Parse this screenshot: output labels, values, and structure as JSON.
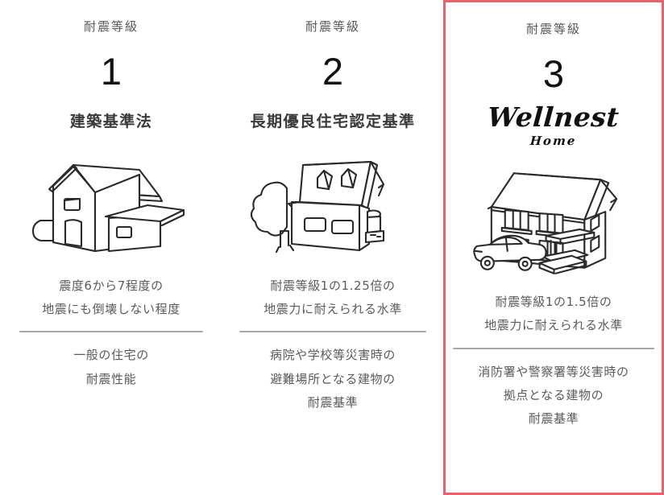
{
  "theme": {
    "highlight_border_color": "#e8616b",
    "text_color": "#5a5a5a",
    "heading_color": "#3a3a3a",
    "number_color": "#111111",
    "divider_color": "#a8a8a8",
    "background": "#ffffff"
  },
  "columns": [
    {
      "grade_label": "耐震等級",
      "grade_number": "1",
      "standard_name": "建築基準法",
      "illustration_name": "house-single-story-illustration",
      "desc_primary": [
        "震度6から7程度の",
        "地震にも倒壊しない程度"
      ],
      "desc_secondary": [
        "一般の住宅の",
        "耐震性能"
      ],
      "highlighted": false
    },
    {
      "grade_label": "耐震等級",
      "grade_number": "2",
      "standard_name": "長期優良住宅認定基準",
      "illustration_name": "house-with-tree-illustration",
      "desc_primary": [
        "耐震等級1の1.25倍の",
        "地震力に耐えられる水準"
      ],
      "desc_secondary": [
        "病院や学校等災害時の",
        "避難場所となる建物の",
        "耐震基準"
      ],
      "highlighted": false
    },
    {
      "grade_label": "耐震等級",
      "grade_number": "3",
      "brand": {
        "main": "Wellnest",
        "sub": "Home"
      },
      "illustration_name": "house-two-story-with-car-illustration",
      "desc_primary": [
        "耐震等級1の1.5倍の",
        "地震力に耐えられる水準"
      ],
      "desc_secondary": [
        "消防署や警察署等災害時の",
        "拠点となる建物の",
        "耐震基準"
      ],
      "highlighted": true
    }
  ]
}
